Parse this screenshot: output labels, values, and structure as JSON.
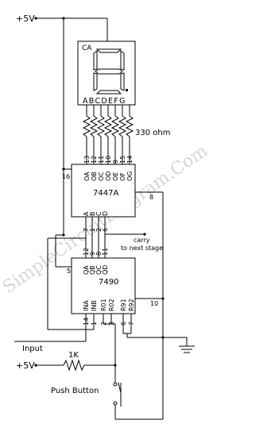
{
  "supply_top_label": "+5V",
  "display": {
    "type_label": "CA",
    "segment_pin_labels": "ABCDEFG"
  },
  "resistor_array_label": "330 ohm",
  "decoder": {
    "name": "7447A",
    "output_pins": [
      "13",
      "12",
      "11",
      "10",
      "9",
      "15",
      "14"
    ],
    "output_names": [
      "OA",
      "OB",
      "OC",
      "OD",
      "OE",
      "OF",
      "OG"
    ],
    "vcc_pin": "16",
    "gnd_pin": "8",
    "input_names": [
      "A",
      "B",
      "C",
      "D"
    ],
    "input_pins": [
      "7",
      "1",
      "2",
      "6"
    ]
  },
  "carry_label_line1": "carry",
  "carry_label_line2": "to next stage",
  "counter": {
    "name": "7490",
    "output_pins": [
      "12",
      "9",
      "8",
      "11"
    ],
    "output_names": [
      "QA",
      "QB",
      "QC",
      "QD"
    ],
    "vcc_pin": "5",
    "gnd_pin": "10",
    "input_names": [
      "INA",
      "INB",
      "R01",
      "R02",
      "R91",
      "R92"
    ],
    "input_pins": [
      "14",
      "1",
      "2",
      "3",
      "6",
      "7"
    ]
  },
  "input_label": "Input",
  "supply_bottom_label": "+5V",
  "pullup_resistor_label": "1K",
  "push_button_label": "Push Button",
  "watermark": "SimpleCircuitDiagram.Com"
}
